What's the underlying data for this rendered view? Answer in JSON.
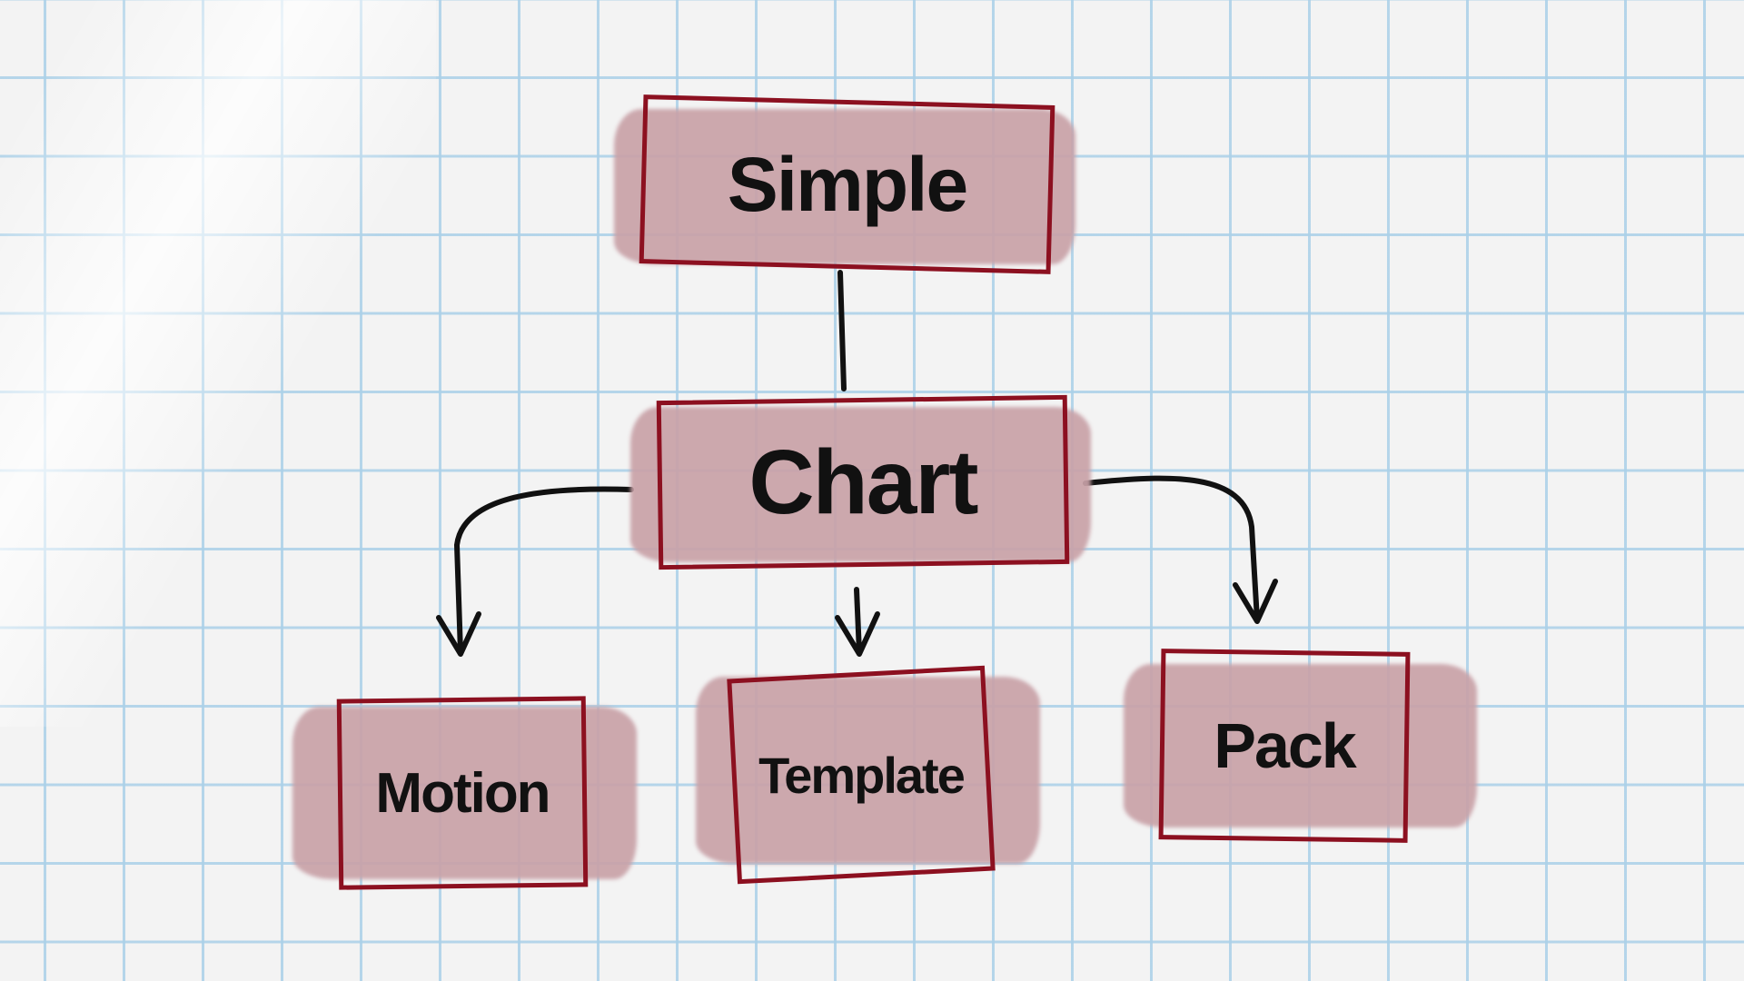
{
  "nodes": {
    "simple": {
      "label": "Simple"
    },
    "chart": {
      "label": "Chart"
    },
    "motion": {
      "label": "Motion"
    },
    "template": {
      "label": "Template"
    },
    "pack": {
      "label": "Pack"
    }
  },
  "edges": [
    {
      "from": "Simple",
      "to": "Chart",
      "arrow": false
    },
    {
      "from": "Chart",
      "to": "Motion",
      "arrow": true
    },
    {
      "from": "Chart",
      "to": "Template",
      "arrow": true
    },
    {
      "from": "Chart",
      "to": "Pack",
      "arrow": true
    }
  ],
  "colors": {
    "paint": "#c9a2a8",
    "frame": "#8c1020",
    "grid": "#aad0e8",
    "ink": "#111111"
  }
}
